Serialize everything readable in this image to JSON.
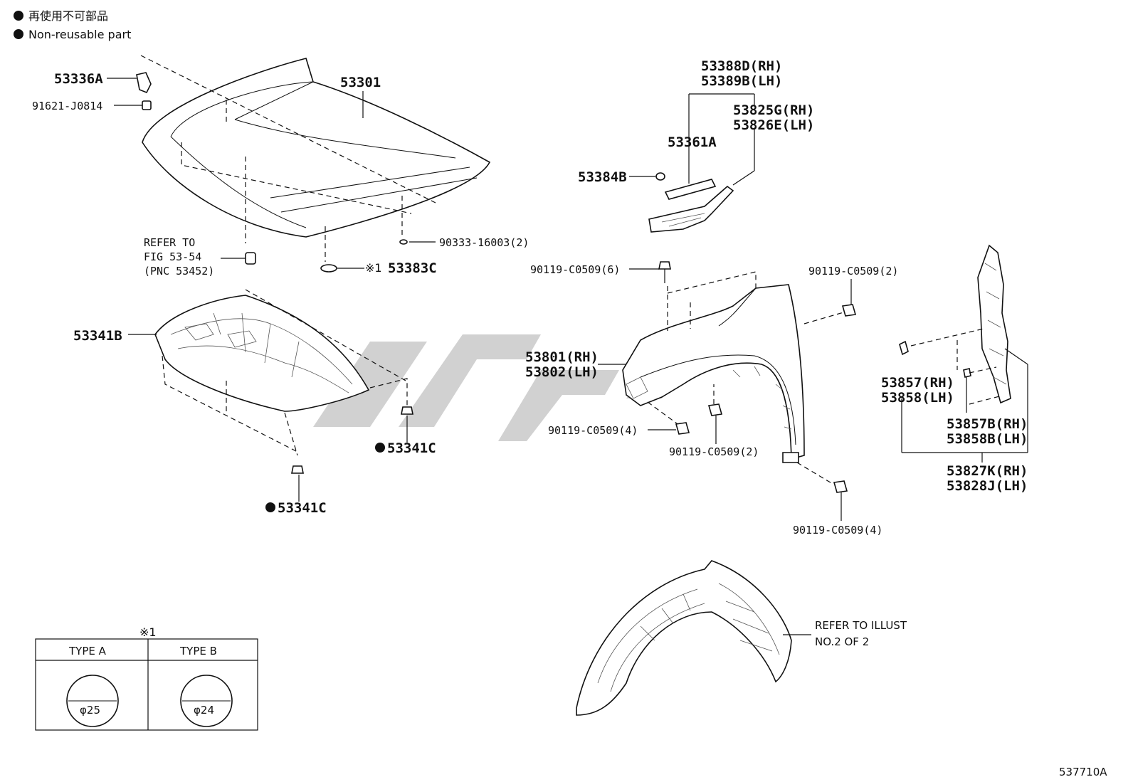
{
  "legend": {
    "line_jp": "再使用不可部品",
    "line_en": "Non-reusable part"
  },
  "parts": {
    "p53336A": "53336A",
    "p91621": "91621-J0814",
    "p53301": "53301",
    "refer1": "REFER TO",
    "refer2": "FIG 53-54",
    "refer3": "(PNC 53452)",
    "p90333": "90333-16003(2)",
    "mark1": "※1",
    "p53383C": "53383C",
    "p53341B": "53341B",
    "p53341C_a": "53341C",
    "p53341C_b": "53341C",
    "p53388D": "53388D(RH)",
    "p53389B": "53389B(LH)",
    "p53825G": "53825G(RH)",
    "p53826E": "53826E(LH)",
    "p53361A": "53361A",
    "p53384B": "53384B",
    "b6": "90119-C0509(6)",
    "b2a": "90119-C0509(2)",
    "p53801": "53801(RH)",
    "p53802": "53802(LH)",
    "b4a": "90119-C0509(4)",
    "b2b": "90119-C0509(2)",
    "b4b": "90119-C0509(4)",
    "p53857": "53857(RH)",
    "p53858": "53858(LH)",
    "p53857B": "53857B(RH)",
    "p53858B": "53858B(LH)",
    "p53827K": "53827K(RH)",
    "p53828J": "53828J(LH)",
    "refer_illust1": "REFER TO ILLUST",
    "refer_illust2": "NO.2 OF 2"
  },
  "type_table": {
    "mark": "※1",
    "type_a": "TYPE A",
    "type_b": "TYPE B",
    "dia_a": "φ25",
    "dia_b": "φ24"
  },
  "figure_id": "537710A"
}
